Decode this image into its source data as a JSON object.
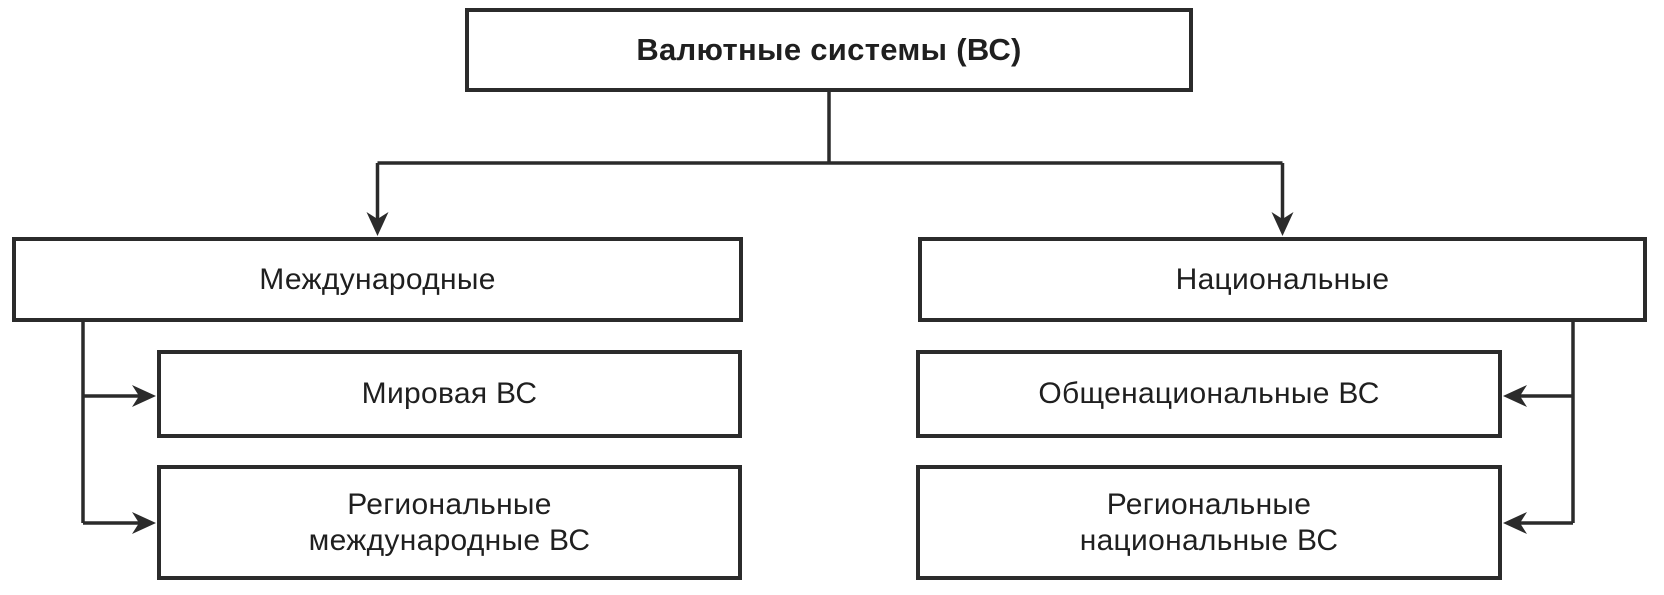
{
  "colors": {
    "background": "#ffffff",
    "line": "#2b2b2b",
    "text": "#1f1f1f"
  },
  "diagram": {
    "type": "hierarchy",
    "root": {
      "label": "Валютные системы (ВС)"
    },
    "branches": [
      {
        "id": "international",
        "label": "Международные",
        "children": [
          {
            "label": "Мировая ВС",
            "lines": [
              "Мировая ВС"
            ]
          },
          {
            "label": "Региональные международные ВС",
            "lines": [
              "Региональные",
              "международные ВС"
            ]
          }
        ]
      },
      {
        "id": "national",
        "label": "Национальные",
        "children": [
          {
            "label": "Общенациональные ВС",
            "lines": [
              "Общенациональные ВС"
            ]
          },
          {
            "label": "Региональные национальные ВС",
            "lines": [
              "Региональные",
              "национальные ВС"
            ]
          }
        ]
      }
    ]
  }
}
